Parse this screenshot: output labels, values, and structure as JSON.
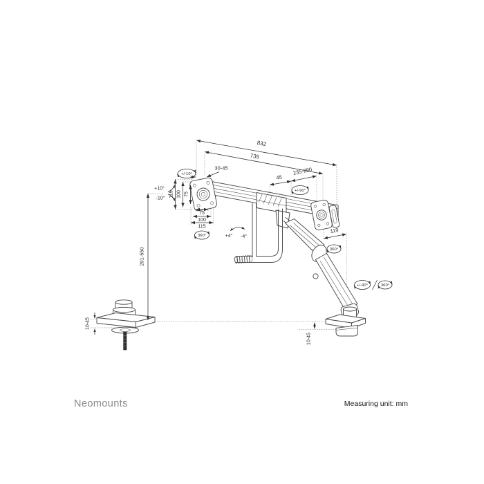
{
  "footer": {
    "brand": "Neomounts",
    "measuring_unit": "Measuring unit: mm"
  },
  "colors": {
    "linework": "#4a4a4a",
    "dimension_lines": "#333333",
    "dotted_reference": "#909090",
    "brand_gray": "#8a8a8a",
    "background": "#ffffff"
  },
  "diagram": {
    "subject": "dual-monitor desk mount arm dimension drawing",
    "dimensions_mm": {
      "total_width": "832",
      "crossbar_width": "735",
      "vesa_offset": "30-45",
      "slider_inset": "45",
      "extension_range": "235-290",
      "rear_depth": "119",
      "height_range": "291-550",
      "grommet_thickness": "10-45",
      "clamp_thickness": "10-45",
      "vesa_vertical": {
        "outer": "115",
        "mid": "100",
        "inner": "75"
      },
      "vesa_horizontal": {
        "inner": "75",
        "mid": "100",
        "outer": "115"
      }
    },
    "rotations": {
      "tilt_range": "+/-10°",
      "tilt_up": "+10°",
      "tilt_down": "-10°",
      "vesa_left_rotation": "360°",
      "swivel_range": "+/-90°",
      "bar_tilt_up": "+4°",
      "bar_tilt_down": "-4°",
      "arm_joint_rotation": "360°",
      "base_swivel": "+/-90°",
      "base_rotation": "360°"
    }
  }
}
